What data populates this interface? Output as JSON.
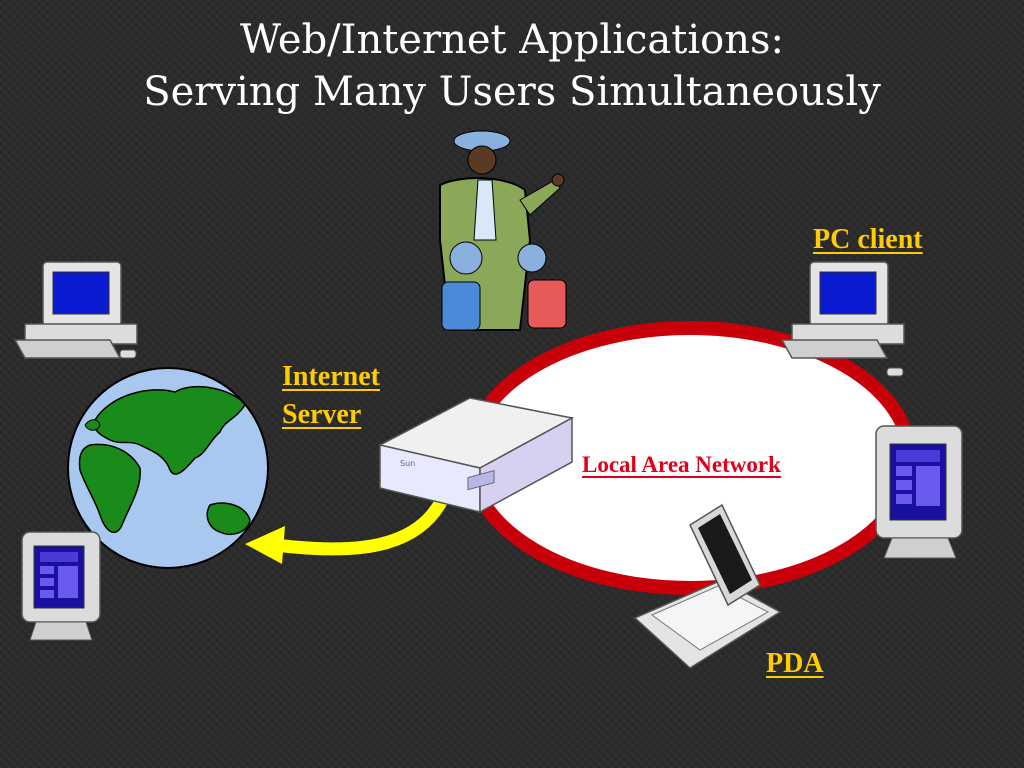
{
  "slide": {
    "title_line1": "Web/Internet Applications:",
    "title_line2": "Serving Many Users Simultaneously"
  },
  "labels": {
    "internet_server_line1": "Internet",
    "internet_server_line2": "Server",
    "pc_client": "PC client",
    "lan": "Local Area Network",
    "pda": "PDA"
  },
  "device_badge": "Sun",
  "icons": [
    "globe-icon",
    "server-icon",
    "desktop-computer-icon",
    "terminal-icon",
    "laptop-icon",
    "people-clipart-icon",
    "arrow-icon"
  ],
  "colors": {
    "background": "#2b2b2b",
    "title": "#ffffff",
    "label_yellow": "#ffcc00",
    "lan_red": "#e0001a",
    "ring_red": "#c8000a",
    "arrow_yellow": "#ffff00",
    "globe_ocean": "#a8c8f0",
    "globe_land": "#1a8a1a"
  }
}
